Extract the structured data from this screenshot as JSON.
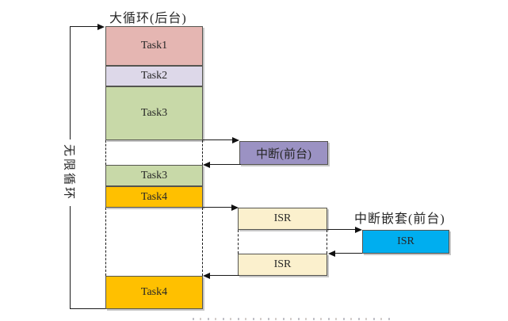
{
  "labels": {
    "background_loop_title": "大循环(后台)",
    "infinite_loop": "无限循环",
    "nested_interrupt_title": "中断嵌套(前台)"
  },
  "blocks": {
    "task1": {
      "label": "Task1",
      "color": "#E5B6B2"
    },
    "task2": {
      "label": "Task2",
      "color": "#DDD8E9"
    },
    "task3_first": {
      "label": "Task3",
      "color": "#C8D9A8"
    },
    "task3_second": {
      "label": "Task3",
      "color": "#C8D9A8"
    },
    "task4_first": {
      "label": "Task4",
      "color": "#FFC000"
    },
    "task4_bottom": {
      "label": "Task4",
      "color": "#FFC000"
    },
    "interrupt": {
      "label": "中断(前台)",
      "color": "#9B92C3"
    },
    "isr_first": {
      "label": "ISR",
      "color": "#FBF0CD"
    },
    "isr_second": {
      "label": "ISR",
      "color": "#FBF0CD"
    },
    "isr_nested": {
      "label": "ISR",
      "color": "#00AEEF"
    }
  },
  "colors": {
    "line": "#1a1a1a",
    "border": "#555550"
  }
}
